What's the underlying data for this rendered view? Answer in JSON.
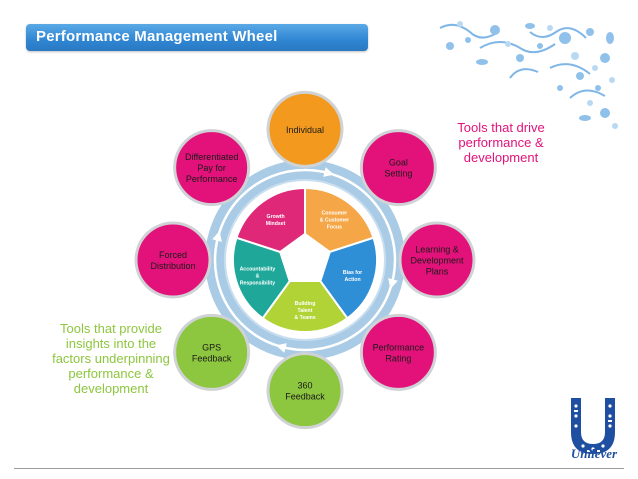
{
  "title": "Performance Management Wheel",
  "outer_tools": [
    {
      "lines": [
        "Individual"
      ],
      "color": "#f39a1e"
    },
    {
      "lines": [
        "Goal",
        "Setting"
      ],
      "color": "#e2127a"
    },
    {
      "lines": [
        "Learning &",
        "Development",
        "Plans"
      ],
      "color": "#e2127a"
    },
    {
      "lines": [
        "Performance",
        "Rating"
      ],
      "color": "#e2127a"
    },
    {
      "lines": [
        "360",
        "Feedback"
      ],
      "color": "#8dc63f"
    },
    {
      "lines": [
        "GPS",
        "Feedback"
      ],
      "color": "#8dc63f"
    },
    {
      "lines": [
        "Forced",
        "Distribution"
      ],
      "color": "#e2127a"
    },
    {
      "lines": [
        "Differentiated",
        "Pay for",
        "Performance"
      ],
      "color": "#e2127a"
    }
  ],
  "inner_segments": [
    {
      "lines": [
        "Consumer",
        "& Customer",
        "Focus"
      ],
      "color": "#f5a646"
    },
    {
      "lines": [
        "Bias for",
        "Action"
      ],
      "color": "#2e8fd6"
    },
    {
      "lines": [
        "Building",
        "Talent",
        "& Teams"
      ],
      "color": "#b2d335"
    },
    {
      "lines": [
        "Accountability",
        "&",
        "Responsibility"
      ],
      "color": "#1fa89a"
    },
    {
      "lines": [
        "Growth",
        "Mindset"
      ],
      "color": "#e02878"
    }
  ],
  "center_color": "#ffffff",
  "ring_color": "#a9cbe6",
  "callouts": {
    "drive": [
      "Tools that drive",
      "performance &",
      "development"
    ],
    "insights": [
      "Tools that provide",
      "insights into the",
      "factors underpinning",
      "performance &",
      "development"
    ]
  },
  "colors": {
    "title_bar": "#2f86d3",
    "drive_text": "#e2127a",
    "insight_text": "#8dc63f",
    "brand": "#1f4fa0"
  },
  "logo": {
    "word": "Unilever"
  }
}
